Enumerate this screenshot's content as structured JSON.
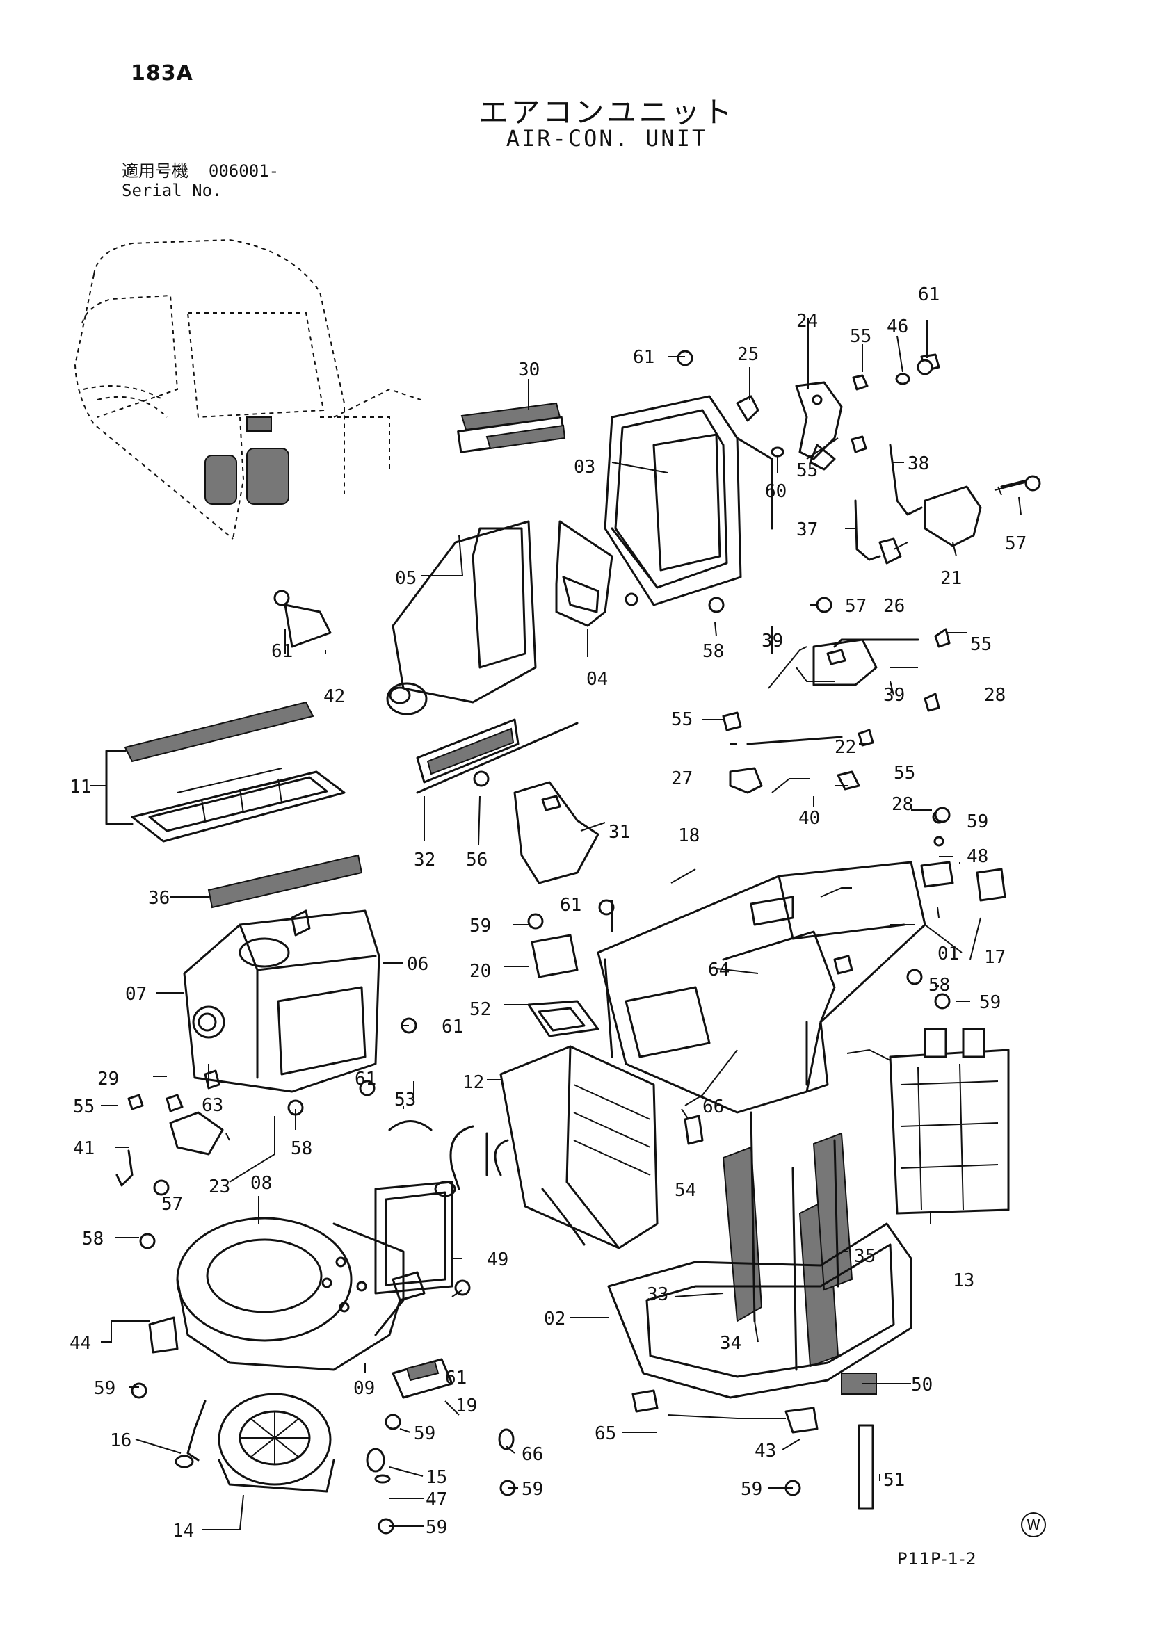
{
  "page_number": "183A",
  "title_jp": "エアコンユニット",
  "title_en": "AIR-CON. UNIT",
  "serial": {
    "label_jp": "適用号機",
    "value": "006001-",
    "label_en": "Serial No."
  },
  "drawing_code": "P11P-1-2",
  "mark": "W",
  "callouts": [
    {
      "id": "c30",
      "text": "30"
    },
    {
      "id": "c61a",
      "text": "61"
    },
    {
      "id": "c25",
      "text": "25"
    },
    {
      "id": "c24",
      "text": "24"
    },
    {
      "id": "c55a",
      "text": "55"
    },
    {
      "id": "c46",
      "text": "46"
    },
    {
      "id": "c61b",
      "text": "61"
    },
    {
      "id": "c03",
      "text": "03"
    },
    {
      "id": "c60",
      "text": "60"
    },
    {
      "id": "c55b",
      "text": "55"
    },
    {
      "id": "c38",
      "text": "38"
    },
    {
      "id": "c37",
      "text": "37"
    },
    {
      "id": "c57a",
      "text": "57"
    },
    {
      "id": "c26",
      "text": "26"
    },
    {
      "id": "c21",
      "text": "21"
    },
    {
      "id": "c05",
      "text": "05"
    },
    {
      "id": "c61c",
      "text": "61"
    },
    {
      "id": "c42",
      "text": "42"
    },
    {
      "id": "c04",
      "text": "04"
    },
    {
      "id": "c58a",
      "text": "58"
    },
    {
      "id": "c57b",
      "text": "57"
    },
    {
      "id": "c39a",
      "text": "39"
    },
    {
      "id": "c55c",
      "text": "55"
    },
    {
      "id": "c39b",
      "text": "39"
    },
    {
      "id": "c28a",
      "text": "28"
    },
    {
      "id": "c22",
      "text": "22"
    },
    {
      "id": "c55d",
      "text": "55"
    },
    {
      "id": "c27",
      "text": "27"
    },
    {
      "id": "c40",
      "text": "40"
    },
    {
      "id": "c55e",
      "text": "55"
    },
    {
      "id": "c28b",
      "text": "28"
    },
    {
      "id": "c11",
      "text": "11"
    },
    {
      "id": "c31",
      "text": "31"
    },
    {
      "id": "c32",
      "text": "32"
    },
    {
      "id": "c56",
      "text": "56"
    },
    {
      "id": "c18",
      "text": "18"
    },
    {
      "id": "c59a",
      "text": "59"
    },
    {
      "id": "c48",
      "text": "48"
    },
    {
      "id": "c36",
      "text": "36"
    },
    {
      "id": "c61d",
      "text": "61"
    },
    {
      "id": "c59b",
      "text": "59"
    },
    {
      "id": "c17",
      "text": "17"
    },
    {
      "id": "c01",
      "text": "01"
    },
    {
      "id": "c06",
      "text": "06"
    },
    {
      "id": "c20",
      "text": "20"
    },
    {
      "id": "c64",
      "text": "64"
    },
    {
      "id": "c58b",
      "text": "58"
    },
    {
      "id": "c59c",
      "text": "59"
    },
    {
      "id": "c07",
      "text": "07"
    },
    {
      "id": "c52",
      "text": "52"
    },
    {
      "id": "c61e",
      "text": "61"
    },
    {
      "id": "c29",
      "text": "29"
    },
    {
      "id": "c63",
      "text": "63"
    },
    {
      "id": "c61f",
      "text": "61"
    },
    {
      "id": "c12",
      "text": "12"
    },
    {
      "id": "c53",
      "text": "53"
    },
    {
      "id": "c66a",
      "text": "66"
    },
    {
      "id": "c55f",
      "text": "55"
    },
    {
      "id": "c58c",
      "text": "58"
    },
    {
      "id": "c41",
      "text": "41"
    },
    {
      "id": "c23",
      "text": "23"
    },
    {
      "id": "c54",
      "text": "54"
    },
    {
      "id": "c57c",
      "text": "57"
    },
    {
      "id": "c08",
      "text": "08"
    },
    {
      "id": "c58d",
      "text": "58"
    },
    {
      "id": "c49",
      "text": "49"
    },
    {
      "id": "c35",
      "text": "35"
    },
    {
      "id": "c13",
      "text": "13"
    },
    {
      "id": "c33",
      "text": "33"
    },
    {
      "id": "c44",
      "text": "44"
    },
    {
      "id": "c02",
      "text": "02"
    },
    {
      "id": "c34",
      "text": "34"
    },
    {
      "id": "c61g",
      "text": "61"
    },
    {
      "id": "c59d",
      "text": "59"
    },
    {
      "id": "c09",
      "text": "09"
    },
    {
      "id": "c19",
      "text": "19"
    },
    {
      "id": "c50",
      "text": "50"
    },
    {
      "id": "c16",
      "text": "16"
    },
    {
      "id": "c59e",
      "text": "59"
    },
    {
      "id": "c66b",
      "text": "66"
    },
    {
      "id": "c65",
      "text": "65"
    },
    {
      "id": "c43",
      "text": "43"
    },
    {
      "id": "c15",
      "text": "15"
    },
    {
      "id": "c51",
      "text": "51"
    },
    {
      "id": "c47",
      "text": "47"
    },
    {
      "id": "c59f",
      "text": "59"
    },
    {
      "id": "c59g",
      "text": "59"
    },
    {
      "id": "c14",
      "text": "14"
    },
    {
      "id": "c59h",
      "text": "59"
    }
  ]
}
